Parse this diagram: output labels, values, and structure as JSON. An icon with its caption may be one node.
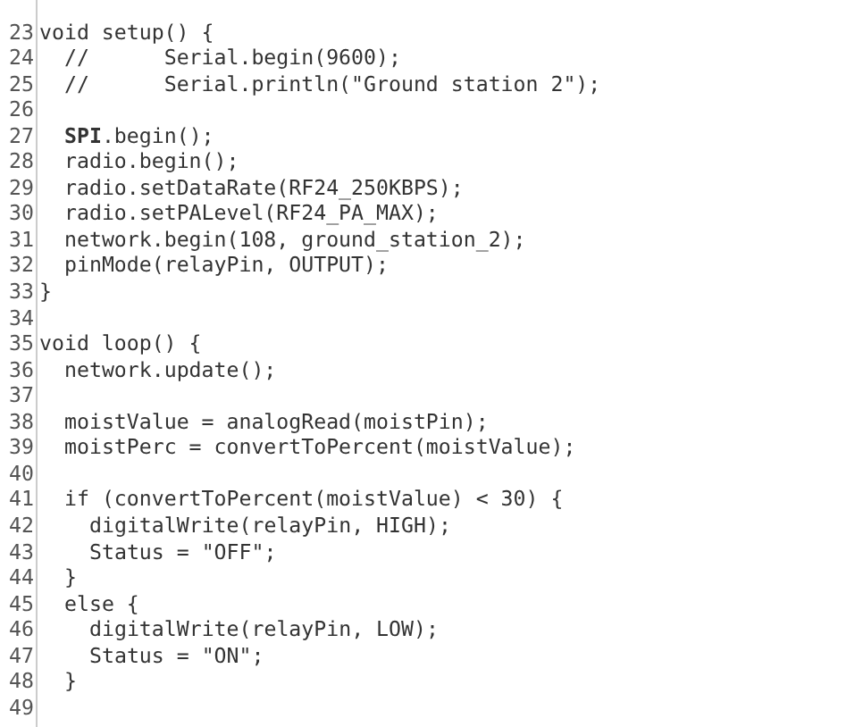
{
  "diagram": {
    "labels": [
      "23",
      "void setup() {",
      "24",
      "//      Serial.begin(9600);",
      "25",
      "//      Serial.println(\"Ground station 2\");",
      "26",
      "27",
      "**SPI**.begin();",
      "28",
      "radio.begin();",
      "29",
      "radio.setDataRate(RF24_250KBPS);",
      "30",
      "radio.setPALevel(RF24_PA_MAX);",
      "31",
      "network.begin(108, ground_station_2);",
      "32",
      "pinMode(relayPin, OUTPUT);",
      "33",
      "}",
      "34",
      "35",
      "void loop() {",
      "36",
      "network.update();",
      "37",
      "38",
      "moistValue = analogRead(moistPin);",
      "39",
      "moistPerc = convertToPercent(moistValue);",
      "40",
      "41",
      "if (convertToPercent(moistValue) < 30) {",
      "42",
      "digitalWrite(relayPin, HIGH);",
      "43",
      "Status = \"OFF\";",
      "44",
      "}",
      "45",
      "else {",
      "46",
      "digitalWrite(relayPin, LOW);",
      "47",
      "Status = \"ON\";",
      "48",
      "}",
      "49"
    ]
  }
}
